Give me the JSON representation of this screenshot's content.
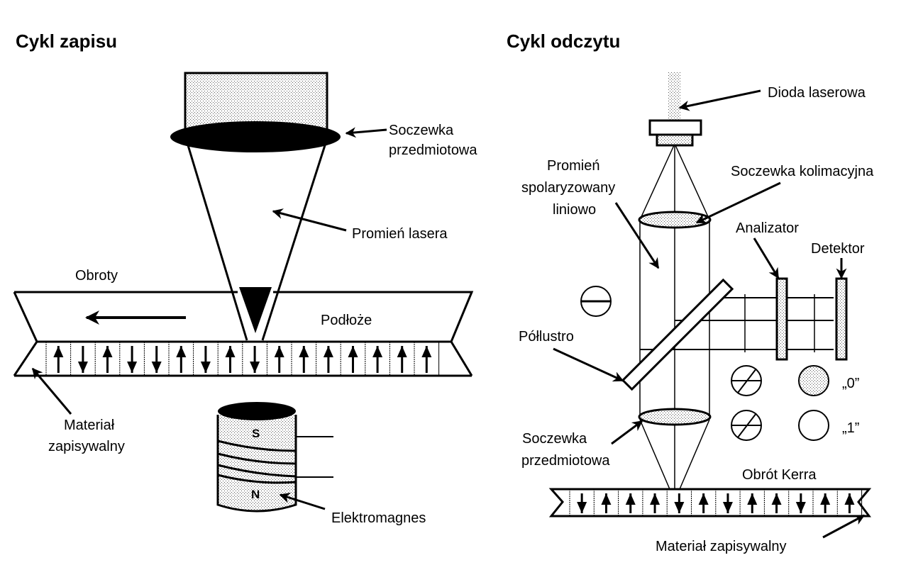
{
  "write_cycle": {
    "title": "Cykl zapisu",
    "labels": {
      "objective_lens": [
        "Soczewka",
        "przedmiotowa"
      ],
      "laser_beam": "Promień lasera",
      "rotation": "Obroty",
      "substrate": "Podłoże",
      "recordable_material": [
        "Materiał",
        "zapisywalny"
      ],
      "electromagnet": "Elektromagnes",
      "pole_south": "S",
      "pole_north": "N"
    },
    "domains": [
      "up",
      "down",
      "up",
      "down",
      "down",
      "up",
      "down",
      "up",
      "down",
      "up",
      "up",
      "up",
      "up",
      "up",
      "up",
      "up"
    ]
  },
  "read_cycle": {
    "title": "Cykl odczytu",
    "labels": {
      "laser_diode": "Dioda laserowa",
      "polarized_beam": [
        "Promień",
        "spolaryzowany",
        "liniowo"
      ],
      "collimating_lens": "Soczewka kolimacyjna",
      "analyzer": "Analizator",
      "detector": "Detektor",
      "half_mirror": "Półlustro",
      "objective_lens": [
        "Soczewka",
        "przedmiotowa"
      ],
      "kerr_rotation": "Obrót Kerra",
      "recordable_material": "Materiał zapisywalny",
      "state_zero": "„0”",
      "state_one": "„1”"
    },
    "domains": [
      "down",
      "up",
      "up",
      "up",
      "down",
      "up",
      "down",
      "up",
      "up",
      "down",
      "up",
      "up"
    ]
  },
  "colors": {
    "ink": "#000000",
    "paper": "#ffffff",
    "stipple": "#c8c8c8"
  }
}
